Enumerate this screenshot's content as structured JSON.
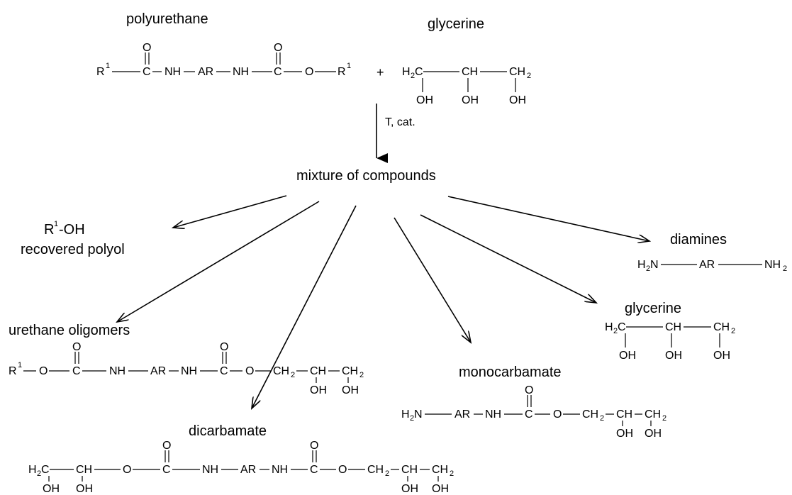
{
  "headings": {
    "polyurethane": "polyurethane",
    "glycerine_top": "glycerine",
    "plus": "+",
    "conditions": "T, cat.",
    "mixture": "mixture of compounds",
    "polyol_formula": "R1-OH",
    "recovered_polyol": "recovered polyol",
    "diamines": "diamines",
    "glycerine_product": "glycerine",
    "urethane_oligomers": "urethane oligomers",
    "monocarbamate": "monocarbamate",
    "dicarbamate": "dicarbamate"
  },
  "products": [
    "R1-OH recovered polyol",
    "urethane oligomers",
    "dicarbamate",
    "monocarbamate",
    "glycerine",
    "diamines"
  ],
  "reactants": [
    "polyurethane",
    "glycerine"
  ]
}
